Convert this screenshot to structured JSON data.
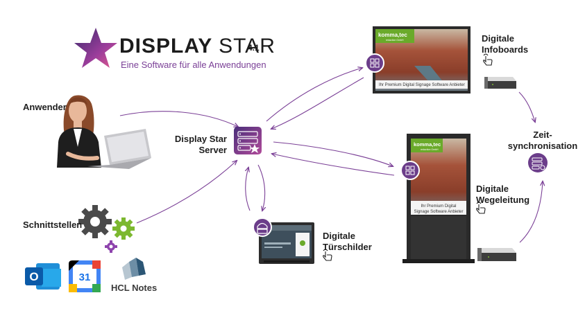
{
  "brand": {
    "title_bold": "DISPLAY",
    "title_light": "STAR",
    "version": "4.1",
    "tagline": "Eine Software für alle Anwendungen",
    "accent_color": "#7a3f96"
  },
  "nodes": {
    "anwender": "Anwender",
    "server_line1": "Display Star",
    "server_line2": "Server",
    "schnittstellen": "Schnittstellen",
    "infoboards_line1": "Digitale",
    "infoboards_line2": "Infoboards",
    "zeit_line1": "Zeit-",
    "zeit_line2": "synchronisation",
    "wegeleitung_line1": "Digitale",
    "wegeleitung_line2": "Wegeleitung",
    "tuerschilder_line1": "Digitale",
    "tuerschilder_line2": "Türschilder"
  },
  "screens": {
    "logo": "komma,tec",
    "logo_sub": "redaction GmbH",
    "infoboard_banner": "Ihr Premium Digital Signage Software Anbieter",
    "stele_line1": "Ihr Premium Digital",
    "stele_line2": "Signage Software Anbieter"
  },
  "integrations": {
    "calendar_number": "31",
    "outlook_letter": "O",
    "hcl_notes": "HCL Notes"
  },
  "icons": [
    "star-logo-icon",
    "user-person-icon",
    "laptop-icon",
    "server-icon",
    "gears-icon",
    "windows-icon",
    "android-icon",
    "touch-hand-icon",
    "media-player-icon",
    "sync-server-icon",
    "outlook-icon",
    "google-calendar-icon",
    "hcl-notes-icon"
  ],
  "colors": {
    "purple": "#7a3f96",
    "gear_gray": "#4a4a4a",
    "gear_green": "#7cb82f",
    "gear_purple": "#8e44ad"
  }
}
